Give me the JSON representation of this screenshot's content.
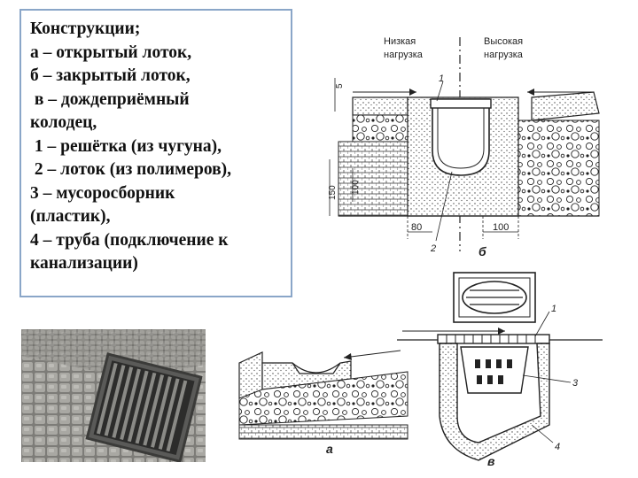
{
  "caption": {
    "lines": [
      "Конструкции;",
      "а – открытый лоток,",
      "б – закрытый лоток,",
      " в – дождеприёмный",
      "колодец,",
      " 1 – решётка (из чугуна),",
      " 2 – лоток (из полимеров),",
      "3 – мусоросборник",
      "(пластик),",
      "4 – труба (подключение к",
      "канализации)"
    ]
  },
  "diagram_b": {
    "low_load": "Низкая\nнагрузка",
    "low_load_l1": "Низкая",
    "low_load_l2": "нагрузка",
    "high_load_l1": "Высокая",
    "high_load_l2": "нагрузка",
    "dim_5": "5",
    "dim_150": "150",
    "dim_100_v": "100",
    "dim_80": "80",
    "dim_100_h": "100",
    "callout_1": "1",
    "callout_2": "2",
    "letter": "б"
  },
  "diagram_a": {
    "letter": "а"
  },
  "diagram_v": {
    "callout_1": "1",
    "callout_3": "3",
    "callout_4": "4",
    "letter": "в"
  },
  "colors": {
    "frame": "#8aa6c8",
    "ink": "#222222",
    "photo_stone": "#8e8e8a"
  }
}
